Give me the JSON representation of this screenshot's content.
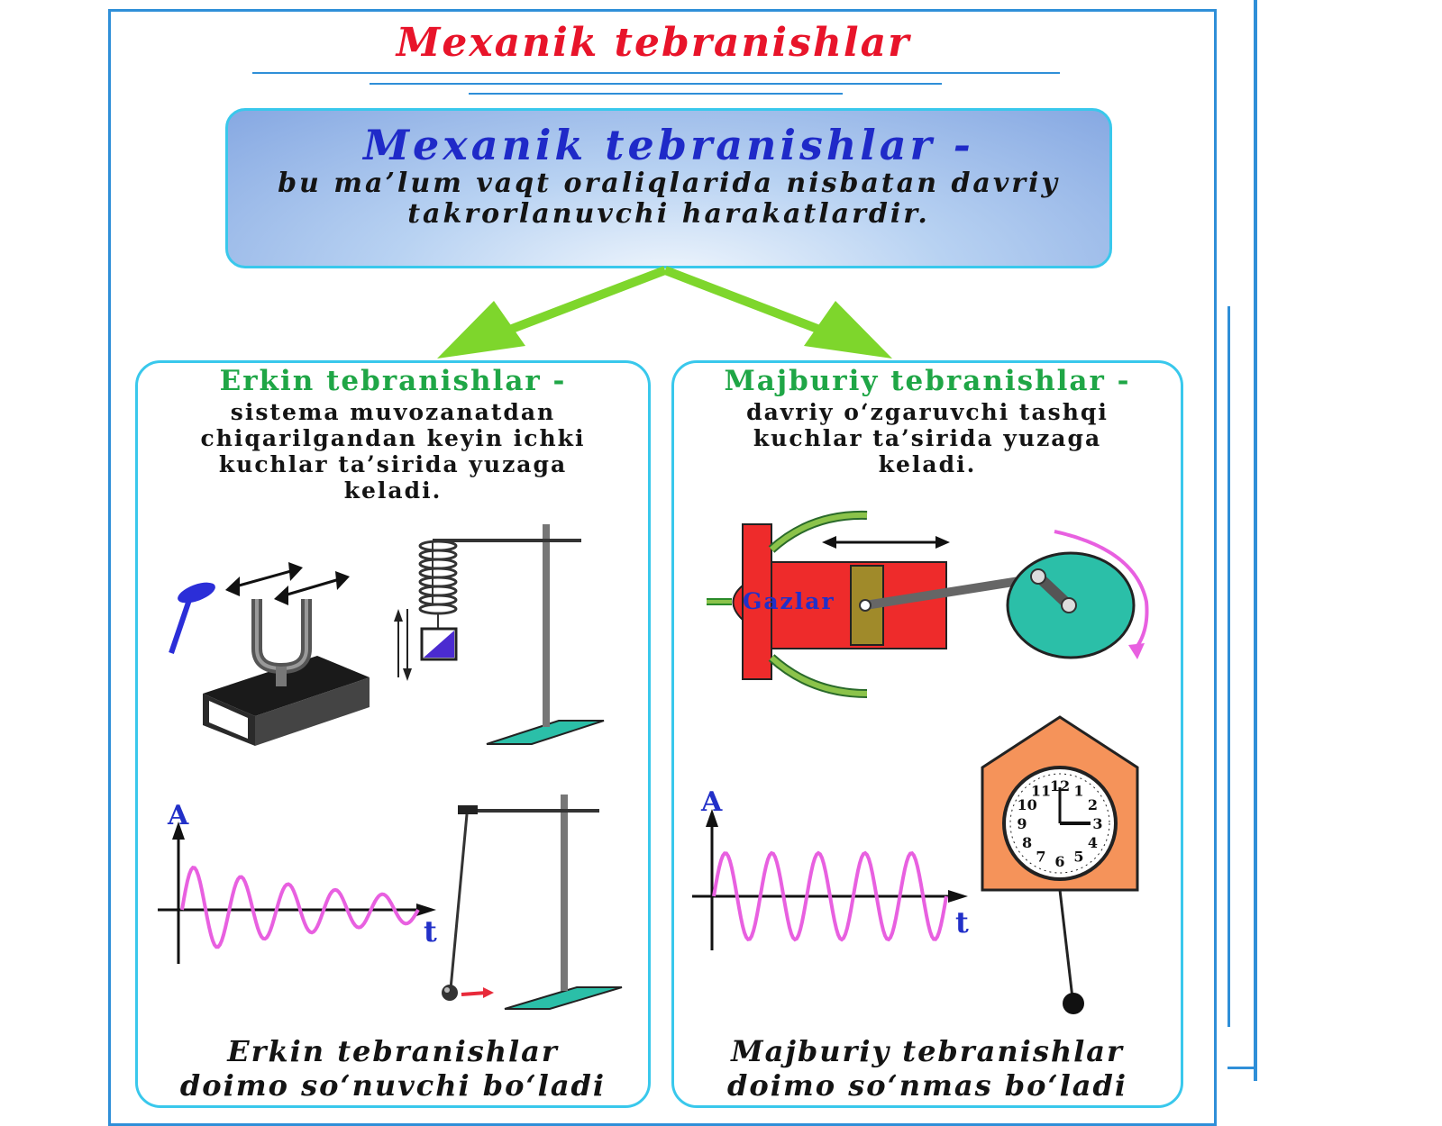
{
  "page": {
    "title": "Mexanik tebranishlar"
  },
  "definition": {
    "title": "Mexanik tebranishlar -",
    "text": "bu ma’lum vaqt oraliqlarida nisbatan davriy takrorlanuvchi harakatlardir."
  },
  "free": {
    "title": "Erkin tebranishlar -",
    "text": "sistema muvozanatdan chiqarilgandan keyin ichki kuchlar ta’sirida yuzaga keladi.",
    "graph_y_label": "A",
    "graph_x_label": "t",
    "bottom_line1": "Erkin tebranishlar",
    "bottom_line2": "doimo so‘nuvchi bo‘ladi"
  },
  "forced": {
    "title": "Majburiy tebranishlar -",
    "text": "davriy o‘zgaruvchi tashqi kuchlar ta’sirida yuzaga keladi.",
    "engine_label": "Gazlar",
    "graph_y_label": "A",
    "graph_x_label": "t",
    "clock_numbers": [
      "12",
      "1",
      "2",
      "3",
      "4",
      "5",
      "6",
      "7",
      "8",
      "9",
      "10",
      "11"
    ],
    "bottom_line1": "Majburiy tebranishlar",
    "bottom_line2": "doimo so‘nmas bo‘ladi"
  },
  "colors": {
    "title_red": "#e8142a",
    "frame_blue": "#2f8fd8",
    "panel_border": "#39c8ec",
    "heading_green": "#1fa646",
    "definition_blue": "#1f2ac8",
    "arrow_green": "#7ed62c",
    "wave_pink": "#e860e0",
    "engine_red": "#ee2b2b",
    "wheel_teal": "#2bbfa8",
    "clock_orange": "#f5935a"
  }
}
